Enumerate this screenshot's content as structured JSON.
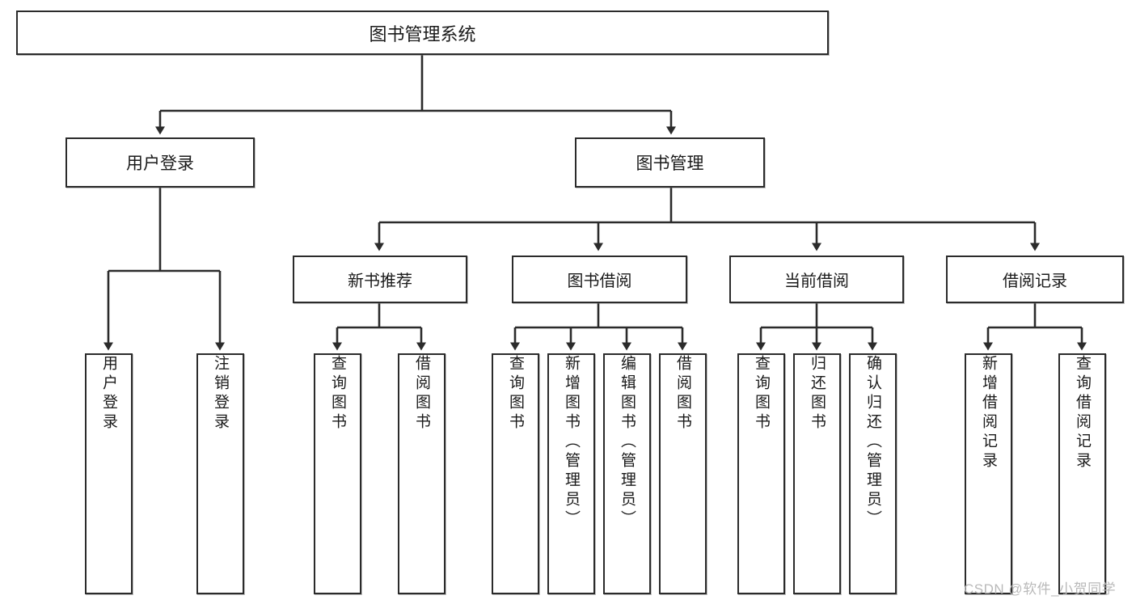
{
  "diagram": {
    "title": "图书管理系统",
    "type": "tree-hierarchy",
    "root": {
      "label": "图书管理系统"
    },
    "level1": [
      {
        "label": "用户登录"
      },
      {
        "label": "图书管理"
      }
    ],
    "level2": [
      {
        "label": "新书推荐"
      },
      {
        "label": "图书借阅"
      },
      {
        "label": "当前借阅"
      },
      {
        "label": "借阅记录"
      }
    ],
    "leaves": {
      "user_login": [
        {
          "label": "用户登录"
        },
        {
          "label": "注销登录"
        }
      ],
      "new_book_recommend": [
        {
          "label": "查询图书"
        },
        {
          "label": "借阅图书"
        }
      ],
      "book_borrow": [
        {
          "label": "查询图书"
        },
        {
          "label": "新增图书（管理员）"
        },
        {
          "label": "编辑图书（管理员）"
        },
        {
          "label": "借阅图书"
        }
      ],
      "current_borrow": [
        {
          "label": "查询图书"
        },
        {
          "label": "归还图书"
        },
        {
          "label": "确认归还（管理员）"
        }
      ],
      "borrow_record": [
        {
          "label": "新增借阅记录"
        },
        {
          "label": "查询借阅记录"
        }
      ]
    }
  },
  "watermark": {
    "text": "CSDN @软件_小贺同学"
  },
  "colors": {
    "background": "#ffffff",
    "box_border": "#2b2b2b",
    "text": "#1a1a1a",
    "edge": "#2b2b2b",
    "watermark": "#b9b9b9"
  }
}
